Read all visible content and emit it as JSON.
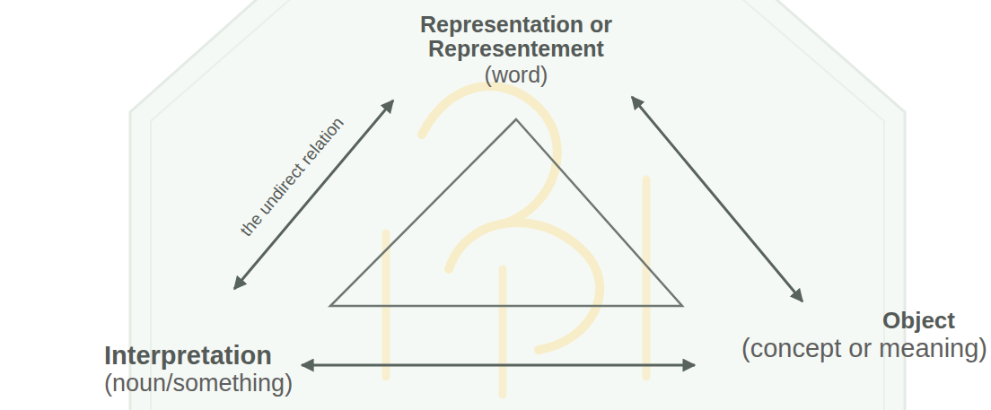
{
  "diagram": {
    "nodes": [
      {
        "text": [
          "Representation or Representement",
          "(word)"
        ]
      },
      {
        "text": [
          "Interpretation",
          "(noun/something)"
        ]
      },
      {
        "text": [
          "Object",
          "(concept or meaning)"
        ]
      }
    ],
    "edges": [
      {
        "from": 0,
        "to": 1,
        "arrow": "both",
        "label": "the undirect relation"
      },
      {
        "from": 0,
        "to": 2,
        "arrow": "both"
      },
      {
        "from": 1,
        "to": 2,
        "arrow": "both"
      }
    ]
  }
}
